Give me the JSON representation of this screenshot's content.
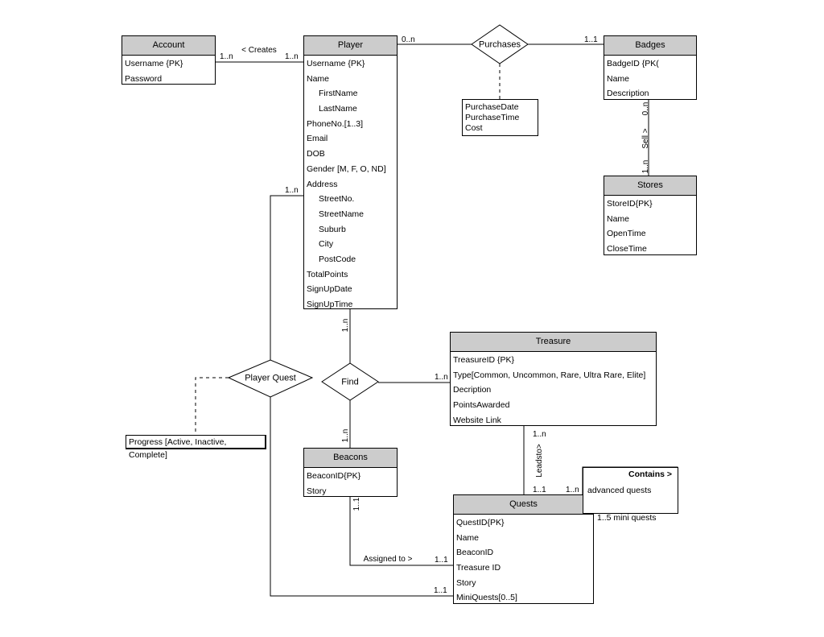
{
  "entities": {
    "account": {
      "title": "Account",
      "attrs": [
        "Username {PK}",
        "Password"
      ]
    },
    "player": {
      "title": "Player",
      "attrs": [
        {
          "t": "Username {PK}"
        },
        {
          "t": "Name"
        },
        {
          "t": "FirstName",
          "sub": true
        },
        {
          "t": "LastName",
          "sub": true
        },
        {
          "t": "PhoneNo.[1..3]"
        },
        {
          "t": "Email"
        },
        {
          "t": "DOB"
        },
        {
          "t": "Gender [M, F, O, ND]"
        },
        {
          "t": "Address"
        },
        {
          "t": "StreetNo.",
          "sub": true
        },
        {
          "t": "StreetName",
          "sub": true
        },
        {
          "t": "Suburb",
          "sub": true
        },
        {
          "t": "City",
          "sub": true
        },
        {
          "t": "PostCode",
          "sub": true
        },
        {
          "t": "TotalPoints"
        },
        {
          "t": "SignUpDate"
        },
        {
          "t": "SignUpTime"
        }
      ]
    },
    "badges": {
      "title": "Badges",
      "attrs": [
        "BadgeID {PK(",
        "Name",
        "Description"
      ]
    },
    "stores": {
      "title": "Stores",
      "attrs": [
        "StoreID{PK}",
        "Name",
        "OpenTime",
        "CloseTime"
      ]
    },
    "treasure": {
      "title": "Treasure",
      "attrs": [
        "TreasureID {PK}",
        "Type[Common, Uncommon, Rare, Ultra Rare, Elite]",
        "Decription",
        "PointsAwarded",
        "Website Link"
      ]
    },
    "beacons": {
      "title": "Beacons",
      "attrs": [
        "BeaconID{PK}",
        "Story"
      ]
    },
    "quests": {
      "title": "Quests",
      "attrs": [
        "QuestID{PK}",
        "Name",
        "BeaconID",
        "Treasure ID",
        "Story",
        "MiniQuests[0..5]"
      ]
    }
  },
  "relationships": {
    "purchases": "Purchases",
    "player_quest": "Player Quest",
    "find": "Find"
  },
  "notes": {
    "purchases_attrs": [
      "PurchaseDate",
      "PurchaseTime",
      "Cost"
    ],
    "progress": "Progress [Active, Inactive, Complete]",
    "contains_title": "Contains >",
    "contains_body": "advanced quests",
    "mini_quests": "1..5 mini quests"
  },
  "labels": {
    "creates": "< Creates",
    "sell": "Sell >",
    "leadsto": "Leadsto>",
    "assigned": "Assigned to >"
  },
  "cardinalities": {
    "account_creates": "1..n",
    "player_creates": "1..n",
    "player_purchases": "0..n",
    "badges_purchases": "1..1",
    "badges_sell": "0..n",
    "stores_sell": "1..n",
    "player_playerquest": "1..n",
    "player_find": "1..n",
    "treasure_find": "1..n",
    "beacons_find": "1..n",
    "treasure_leadsto": "1..n",
    "quests_leadsto": "1..1",
    "quests_contains": "1..n",
    "beacons_assigned": "1..1",
    "quests_assigned": "1..1",
    "quests_playerquest": "1..1"
  }
}
